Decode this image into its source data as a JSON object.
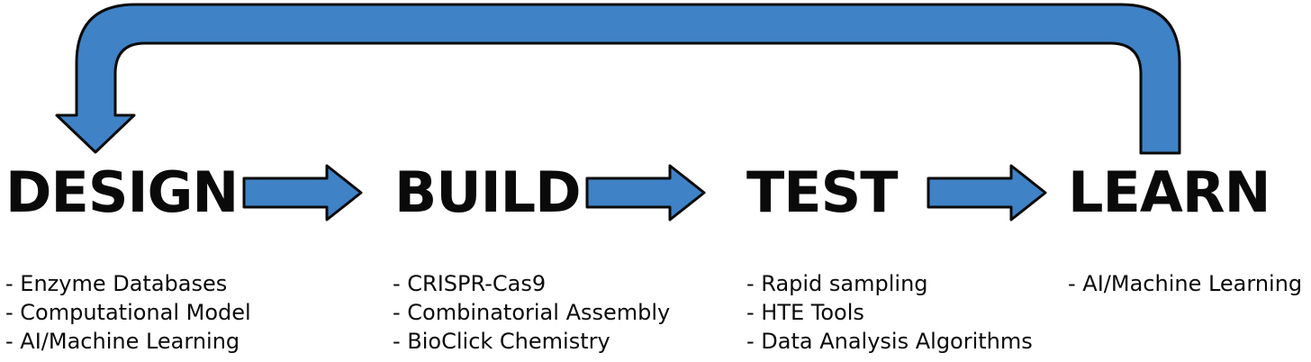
{
  "colors": {
    "arrow_fill": "#3f82c6",
    "arrow_stroke": "#0a0a0a",
    "text": "#0a0a0a",
    "background": "#ffffff"
  },
  "stages": [
    {
      "title": "DESIGN",
      "items": [
        "- Enzyme Databases",
        "- Computational Model",
        "- AI/Machine Learning"
      ]
    },
    {
      "title": "BUILD",
      "items": [
        "- CRISPR-Cas9",
        "- Combinatorial Assembly",
        "- BioClick Chemistry"
      ]
    },
    {
      "title": "TEST",
      "items": [
        "- Rapid sampling",
        "- HTE Tools",
        "- Data Analysis Algorithms"
      ]
    },
    {
      "title": "LEARN",
      "items": [
        "- AI/Machine Learning"
      ]
    }
  ],
  "flow": [
    "arrow-right",
    "arrow-right",
    "arrow-right",
    "loop-arrow"
  ]
}
